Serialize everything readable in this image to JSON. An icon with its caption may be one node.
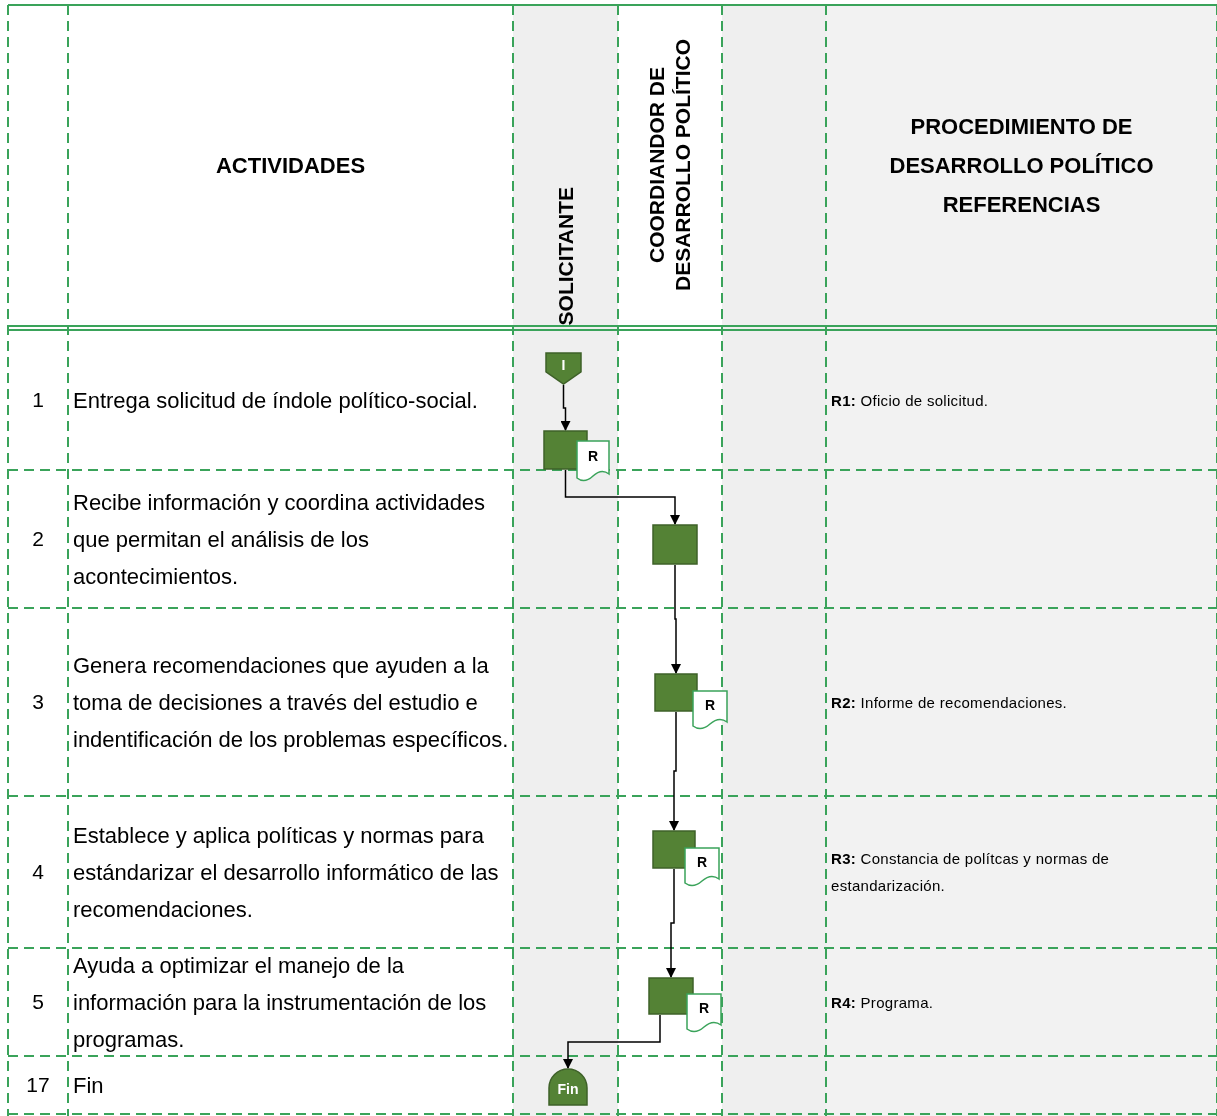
{
  "diagram": {
    "nodes": [
      {
        "text": [
          "I"
        ]
      },
      {
        "text": [],
        "shape": "box"
      },
      {
        "text": [
          "R"
        ]
      },
      {
        "text": [],
        "shape": "box"
      },
      {
        "text": [],
        "shape": "box"
      },
      {
        "text": [
          "R"
        ]
      },
      {
        "text": [],
        "shape": "box"
      },
      {
        "text": [
          "R"
        ]
      },
      {
        "text": [],
        "shape": "box"
      },
      {
        "text": [
          "R"
        ]
      },
      {
        "text": [
          "Fin"
        ]
      }
    ],
    "edges": [
      {
        "from": 0,
        "to": 1,
        "arrow": "to"
      },
      {
        "from": 1,
        "to": 3,
        "arrow": "to"
      },
      {
        "from": 3,
        "to": 4,
        "arrow": "to"
      },
      {
        "from": 4,
        "to": 6,
        "arrow": "to"
      },
      {
        "from": 6,
        "to": 8,
        "arrow": "to"
      },
      {
        "from": 8,
        "to": 10,
        "arrow": "to"
      }
    ],
    "labels": [
      "ACTIVIDADES",
      "SOLICITANTE",
      "COORDIANDOR DE DESARROLLO POLÍTICO",
      "PROCEDIMIENTO DE DESARROLLO POLÍTICO REFERENCIAS",
      "1",
      "Entrega solicitud de índole político-social.",
      "**R1:** Oficio de solicitud.",
      "2",
      "Recibe información y coordina actividades que permitan el análisis de los acontecimientos.",
      "3",
      "Genera recomendaciones que ayuden a la toma de decisiones a través del estudio e indentificación de los problemas específicos.",
      "**R2:** Informe de recomendaciones.",
      "4",
      "Establece y aplica políticas y normas para estándarizar el desarrollo informático de las recomendaciones.",
      "**R3:** Constancia de polítcas y normas de estandarización.",
      "5",
      "Ayuda a optimizar el manejo de la información para la instrumentación de los programas.",
      "**R4:** Programa.",
      "17",
      "Fin"
    ]
  }
}
